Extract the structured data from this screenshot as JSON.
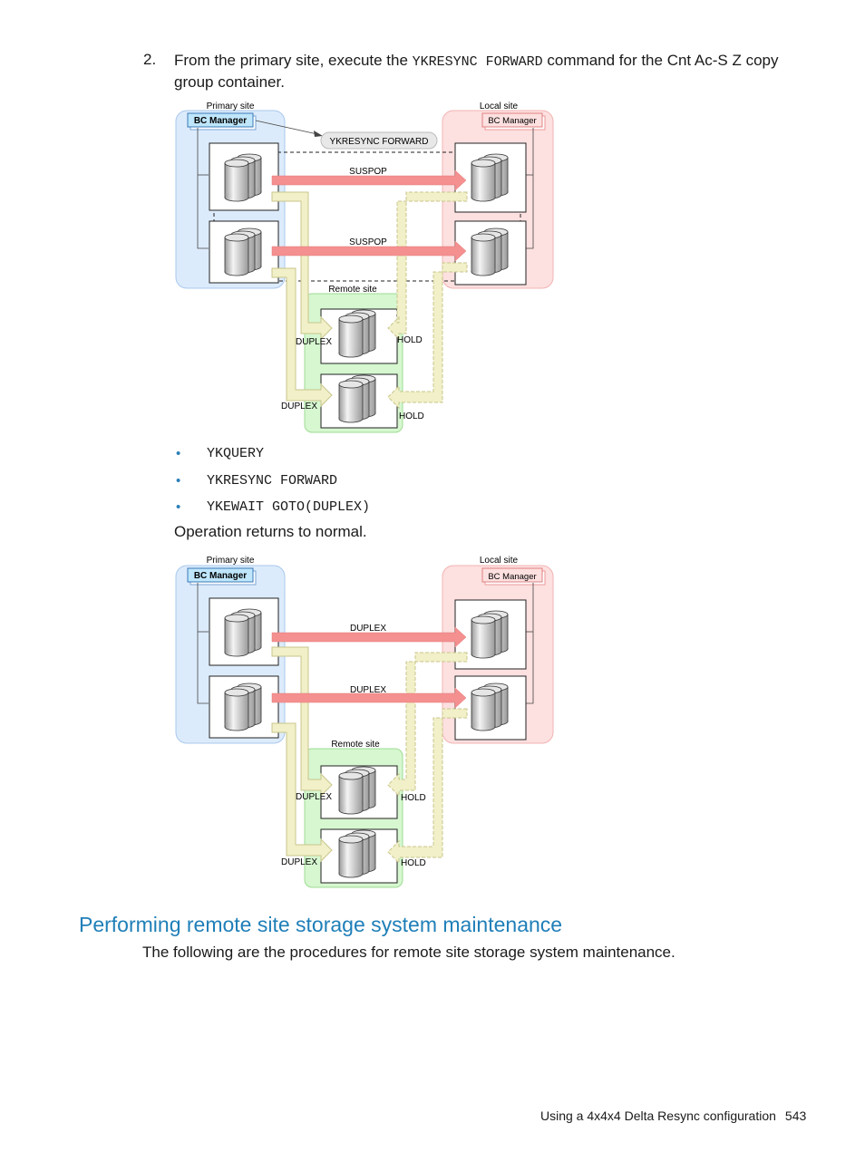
{
  "step": {
    "number": "2.",
    "text_before": "From the primary site, execute the ",
    "command": "YKRESYNC FORWARD",
    "text_after": " command for the Cnt Ac-S Z copy group container."
  },
  "diagram1": {
    "primary_site": "Primary site",
    "local_site": "Local site",
    "remote_site": "Remote site",
    "bc_manager": "BC Manager",
    "command_callout": "YKRESYNC FORWARD",
    "arrow_top": "SUSPOP",
    "arrow_bottom": "SUSPOP",
    "remote_left_1": "DUPLEX",
    "remote_left_2": "DUPLEX",
    "remote_right_1": "HOLD",
    "remote_right_2": "HOLD"
  },
  "bullets": [
    "YKQUERY",
    "YKRESYNC FORWARD",
    "YKEWAIT GOTO(DUPLEX)"
  ],
  "operation_text": "Operation returns to normal.",
  "diagram2": {
    "primary_site": "Primary site",
    "local_site": "Local site",
    "remote_site": "Remote site",
    "bc_manager": "BC Manager",
    "arrow_top": "DUPLEX",
    "arrow_bottom": "DUPLEX",
    "remote_left_1": "DUPLEX",
    "remote_left_2": "DUPLEX",
    "remote_right_1": "HOLD",
    "remote_right_2": "HOLD"
  },
  "section_heading": "Performing remote site storage system maintenance",
  "section_intro": "The following are the procedures for remote site storage system maintenance.",
  "footer": {
    "title": "Using a 4x4x4 Delta Resync configuration",
    "page": "543"
  },
  "colors": {
    "heading": "#1f7fb8",
    "primary_bg": "#dcebfb",
    "local_bg": "#fde0e0",
    "remote_bg": "#d6f7d0",
    "red_arrow": "#f59090",
    "yellow_arrow": "#f1f0c8",
    "bullet": "#2b7fb8"
  }
}
